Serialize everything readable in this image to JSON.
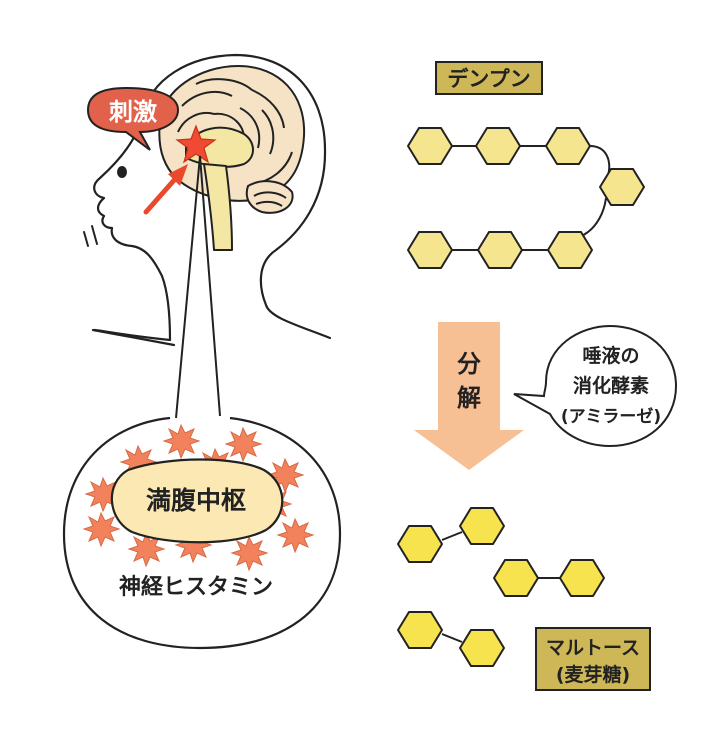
{
  "labels": {
    "stimulus": "刺激",
    "satiety_center": "満腹中枢",
    "histamine": "神経ヒスタミン",
    "starch": "デンプン",
    "decomposition": "分解",
    "enzyme_line1": "唾液の",
    "enzyme_line2": "消化酵素",
    "enzyme_line3": "(アミラーゼ)",
    "maltose_line1": "マルトース",
    "maltose_line2": "(麦芽糖)"
  },
  "colors": {
    "outline": "#222222",
    "brain_fill": "#f6e3c6",
    "stem_fill": "#f4e7a4",
    "arrow_red": "#e94a2e",
    "star_red": "#f04a32",
    "bubble_red": "#e2614a",
    "satiety_fill": "#fbe8b3",
    "burst_orange": "#f2825c",
    "starch_fill": "#f6e58f",
    "maltose_fill": "#f6e34e",
    "label_box": "#cdb756",
    "down_arrow": "#f7bf94"
  }
}
